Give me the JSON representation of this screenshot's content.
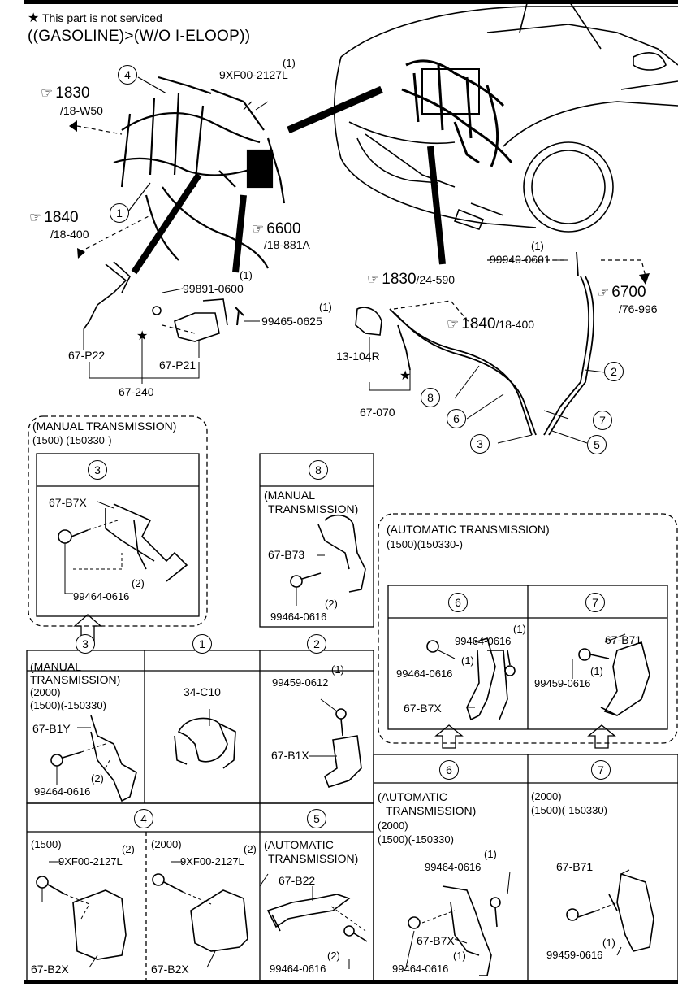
{
  "header": {
    "star": "★",
    "note": "This part is not serviced",
    "title": "((GASOLINE)>(W/O I-ELOOP))"
  },
  "main_view": {
    "callouts": [
      "4",
      "1",
      "2",
      "8",
      "6",
      "3",
      "7",
      "5"
    ],
    "bolt_9xf00_qty": "(1)",
    "bolt_9xf00": "9XF00-2127L",
    "ref_1830_a": "1830",
    "ref_1830_a_sub": "/18-W50",
    "ref_1840_a": "1840",
    "ref_1840_a_sub": "/18-400",
    "ref_6600": "6600",
    "ref_6600_sub": "/18-881A",
    "p99891_qty": "(1)",
    "p99891": "99891-0600",
    "p99465_qty": "(1)",
    "p99465": "99465-0625",
    "p67P22": "67-P22",
    "p67P21": "67-P21",
    "p67_240": "67-240",
    "p99940_qty": "(1)",
    "p99940": "99940-0601",
    "ref_1830_b": "1830",
    "ref_1830_b_sub": "/24-590",
    "ref_6700": "6700",
    "ref_6700_sub": "/76-996",
    "ref_1840_b": "1840",
    "ref_1840_b_sub": "/18-400",
    "p13_104R": "13-104R",
    "p67_070": "67-070"
  },
  "panel_manual": {
    "title": "(MANUAL TRANSMISSION)",
    "sub": "(1500) (150330-)",
    "num": "3",
    "part": "67-B7X",
    "qty": "(2)",
    "bolt": "99464-0616"
  },
  "panel_8": {
    "num": "8",
    "line1": "(MANUAL",
    "line2": "TRANSMISSION)",
    "part": "67-B73",
    "qty": "(2)",
    "bolt": "99464-0616"
  },
  "panel_auto": {
    "title": "(AUTOMATIC TRANSMISSION)",
    "sub": "(1500)(150330-)",
    "num6": "6",
    "num7": "7",
    "p6_qty1": "(1)",
    "p6_bolt1": "99464-0616",
    "p6_qty2": "(1)",
    "p6_bolt2": "99464-0616",
    "p6_part": "67-B7X",
    "p7_part": "67-B71",
    "p7_qty": "(1)",
    "p7_bolt": "99459-0616"
  },
  "grid_row1": {
    "num3": "3",
    "num1": "1",
    "num2": "2",
    "c3_l1": "(MANUAL",
    "c3_l2": "TRANSMISSION)",
    "c3_l3": "(2000)",
    "c3_l4": "(1500)(-150330)",
    "c3_part": "67-B1Y",
    "c3_qty": "(2)",
    "c3_bolt": "99464-0616",
    "c1_part": "34-C10",
    "c2_qty": "(1)",
    "c2_bolt": "99459-0612",
    "c2_part": "67-B1X"
  },
  "grid_row2": {
    "num4": "4",
    "num5": "5",
    "num6": "6",
    "num7": "7",
    "c4a_title": "(1500)",
    "c4a_qty": "(2)",
    "c4a_bolt": "9XF00-2127L",
    "c4a_part": "67-B2X",
    "c4b_title": "(2000)",
    "c4b_qty": "(2)",
    "c4b_bolt": "9XF00-2127L",
    "c4b_part": "67-B2X",
    "c5_l1": "(AUTOMATIC",
    "c5_l2": "TRANSMISSION)",
    "c5_part": "67-B22",
    "c5_qty": "(2)",
    "c5_bolt": "99464-0616",
    "c6_l1": "(AUTOMATIC",
    "c6_l2": "TRANSMISSION)",
    "c6_l3": "(2000)",
    "c6_l4": "(1500)(-150330)",
    "c6_qty1": "(1)",
    "c6_bolt1": "99464-0616",
    "c6_part": "67-B7X",
    "c6_qty2": "(1)",
    "c6_bolt2": "99464-0616",
    "c7_l1": "(2000)",
    "c7_l2": "(1500)(-150330)",
    "c7_part": "67-B71",
    "c7_qty": "(1)",
    "c7_bolt": "99459-0616"
  }
}
